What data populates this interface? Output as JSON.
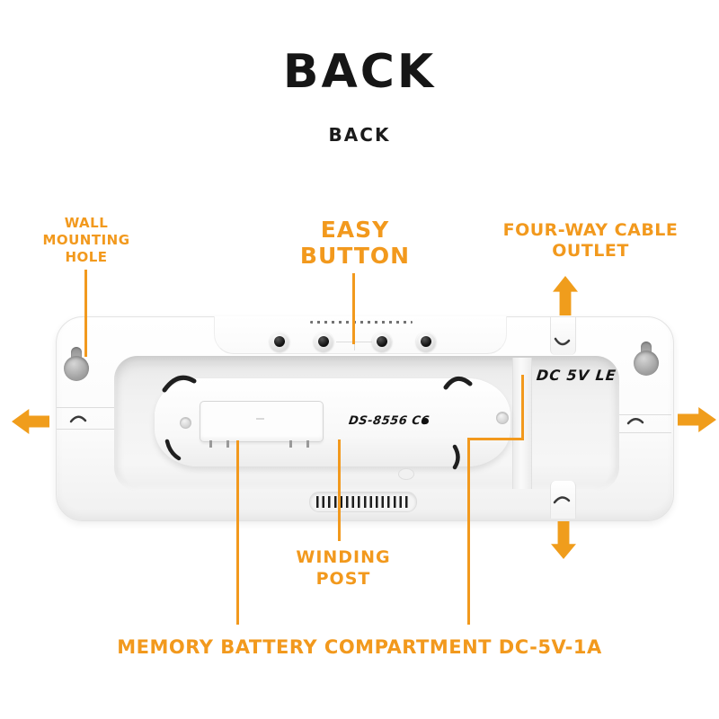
{
  "page_title": "BACK",
  "page_subtitle": "BACK",
  "accent_color": "#F2991D",
  "ink_color": "#161616",
  "callouts": {
    "wall_mounting_hole": {
      "lines": [
        "WALL",
        "MOUNTING",
        "HOLE"
      ]
    },
    "easy_button": {
      "lines": [
        "EASY",
        "BUTTON"
      ]
    },
    "four_way_cable_outlet": {
      "lines": [
        "FOUR-WAY CABLE",
        "OUTLET"
      ]
    },
    "winding_post": {
      "lines": [
        "WINDING",
        "POST"
      ]
    },
    "memory_battery_compartment": {
      "lines": [
        "MEMORY BATTERY COMPARTMENT DC-5V-1A"
      ]
    }
  },
  "device_markings": {
    "dc_port": "DC 5V LE",
    "model": "DS-8556 C6"
  }
}
